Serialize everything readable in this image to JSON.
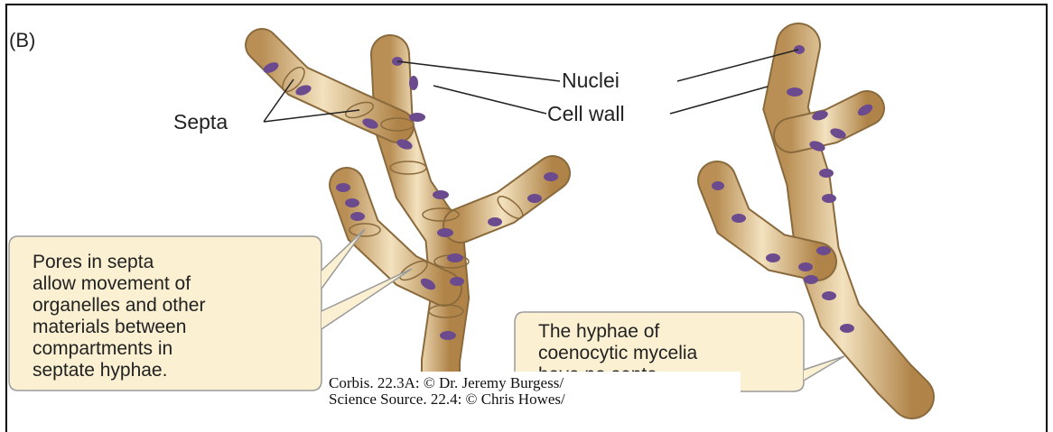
{
  "panel_label": "(B)",
  "labels": {
    "nuclei": "Nuclei",
    "cell_wall": "Cell wall",
    "septa": "Septa"
  },
  "callouts": {
    "pores": [
      "Pores in septa",
      "allow movement of",
      "organelles and other",
      "materials between",
      "compartments in",
      "septate hyphae."
    ],
    "coenocytic": [
      "The hyphae of",
      "coenocytic mycelia",
      "have no septa."
    ]
  },
  "credit": [
    "Corbis. 22.3A: © Dr. Jeremy Burgess/",
    "Science Source. 22.4: © Chris Howes/"
  ],
  "colors": {
    "hypha_fill": "#e3c99a",
    "hypha_edge": "#8a6a3c",
    "nucleus": "#6b4a8e",
    "callout_fill": "#fbf0d2",
    "callout_edge": "#9a9a9a"
  }
}
